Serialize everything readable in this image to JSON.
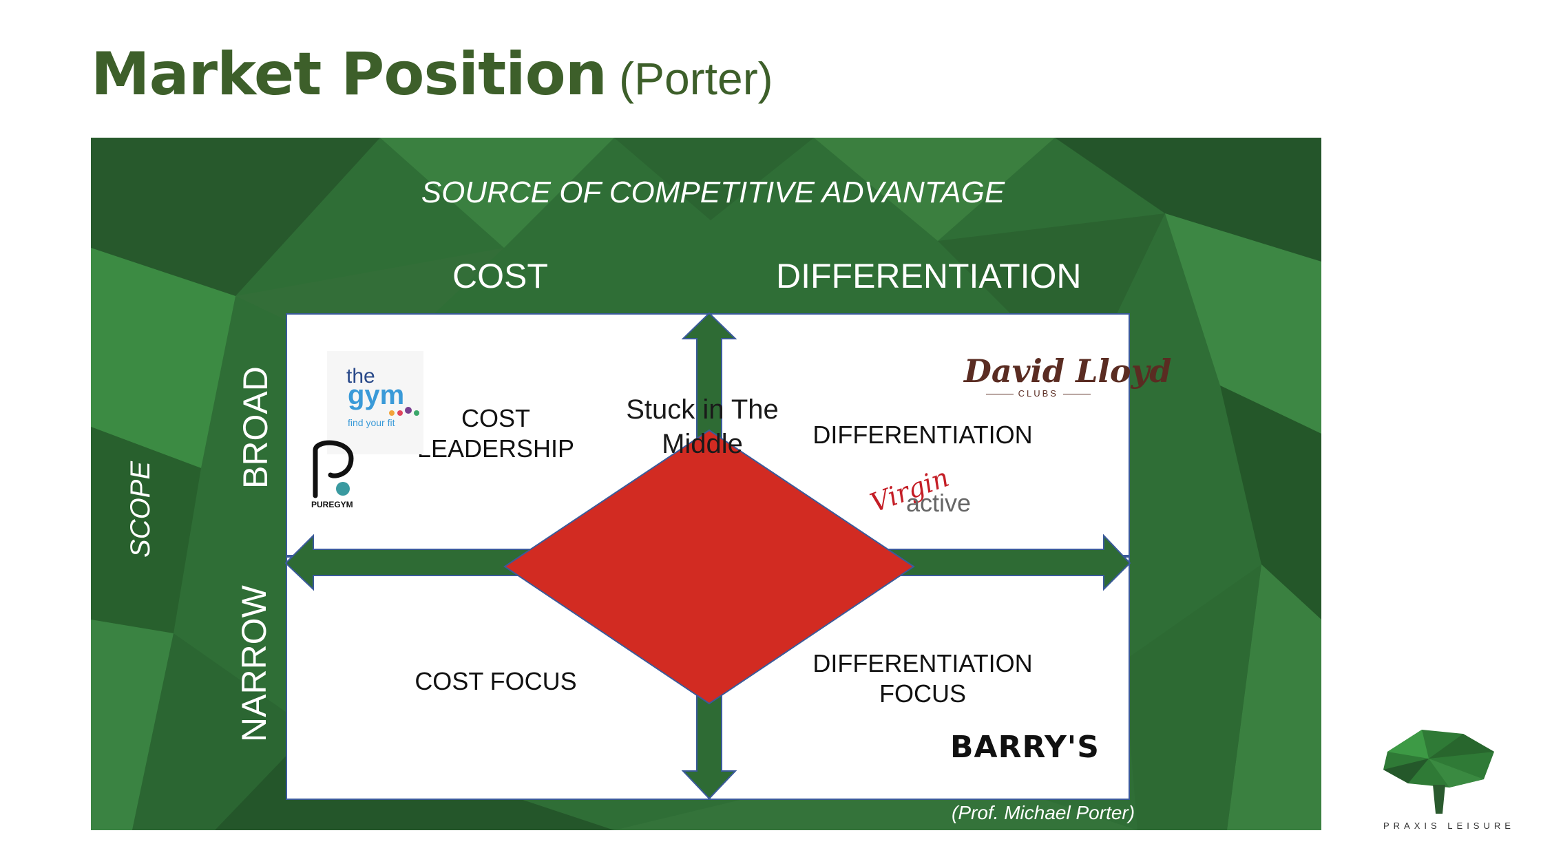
{
  "title": {
    "main": "Market Position",
    "sub": "(Porter)"
  },
  "diagram": {
    "source_label": "SOURCE OF COMPETITIVE ADVANTAGE",
    "column_headers": {
      "cost": "COST",
      "differentiation": "DIFFERENTIATION"
    },
    "scope_label": "SCOPE",
    "row_headers": {
      "broad": "BROAD",
      "narrow": "NARROW"
    },
    "quadrants": {
      "cost_leadership": [
        "COST",
        "LEADERSHIP"
      ],
      "differentiation": "DIFFERENTIATION",
      "cost_focus": "COST FOCUS",
      "differentiation_focus": [
        "DIFFERENTIATION",
        "FOCUS"
      ]
    },
    "center": [
      "Stuck in The",
      "Middle"
    ],
    "credit": "(Prof. Michael Porter)"
  },
  "logos": {
    "thegym": {
      "line1": "the",
      "line2": "gym",
      "tagline": "find your fit"
    },
    "puregym": {
      "label": "PUREGYM"
    },
    "david_lloyd": {
      "name": "David Lloyd",
      "sub": "CLUBS"
    },
    "virgin_active": {
      "virgin": "Virgin",
      "active": "active"
    },
    "barrys": {
      "name": "BARRY'S"
    }
  },
  "brand": {
    "name": "PRAXIS LEISURE"
  },
  "colors": {
    "title": "#3d5f2a",
    "panel_green": "#2f6e36",
    "center_red": "#d22b22",
    "quadrant_border": "#3a5a9a"
  }
}
